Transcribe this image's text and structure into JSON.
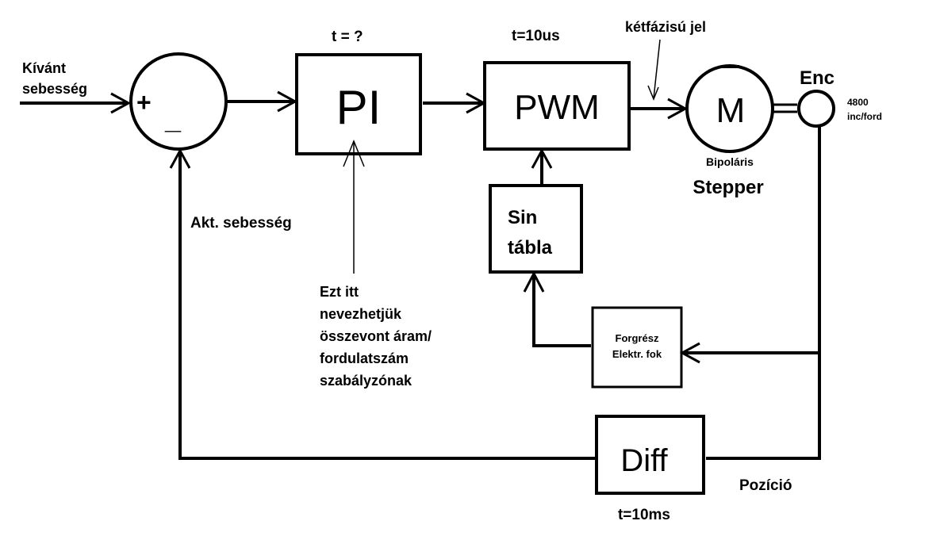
{
  "labels": {
    "kivant": [
      "Kívánt",
      "sebesség"
    ],
    "plus": "+",
    "minus": "_",
    "t_pi": "t = ?",
    "pi": "PI",
    "t_pwm": "t=10us",
    "pwm": "PWM",
    "ketfazisu": "kétfázisú jel",
    "motor": "M",
    "enc": "Enc",
    "enc_res": [
      "4800",
      "inc/ford"
    ],
    "bipolaris": "Bipoláris",
    "stepper": "Stepper",
    "akt": "Akt. sebesség",
    "sin": [
      "Sin",
      "tábla"
    ],
    "note": [
      "Ezt itt",
      "nevezhetjük",
      "összevont áram/",
      "fordulatszám",
      "szabályzónak"
    ],
    "forgresz": [
      "Forgrész",
      "Elektr. fok"
    ],
    "diff": "Diff",
    "pozicio": "Pozíció",
    "t_diff": "t=10ms"
  }
}
